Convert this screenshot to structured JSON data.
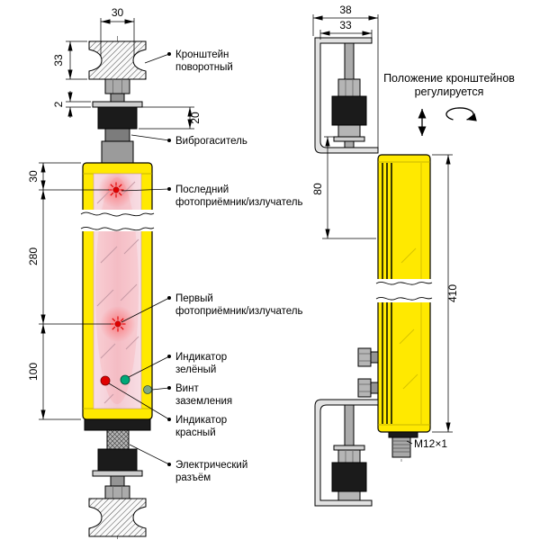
{
  "colors": {
    "body_yellow": "#ffe900",
    "window_pink": "#f3c9d2",
    "beam_red": "#e00000",
    "indicator_green": "#00a878",
    "metal_black": "#1b1b1b"
  },
  "callouts": {
    "bracket": [
      "Кронштейн",
      "поворотный"
    ],
    "damper": [
      "Виброгаситель"
    ],
    "last_receiver": [
      "Последний",
      "фотоприёмник/излучатель"
    ],
    "first_receiver": [
      "Первый",
      "фотоприёмник/излучатель"
    ],
    "indicator_green": [
      "Индикатор",
      "зелёный"
    ],
    "ground_screw": [
      "Винт",
      "заземления"
    ],
    "indicator_red": [
      "Индикатор",
      "красный"
    ],
    "connector": [
      "Электрический",
      "разъём"
    ]
  },
  "dimensions": {
    "front_bracket_width": "30",
    "front_bracket_height": "33",
    "front_plate_thickness": "2",
    "front_damper_height": "20",
    "front_top_offset": "30",
    "front_receiver_span": "280",
    "front_bottom_span": "100",
    "side_bracket_depth": "38",
    "side_bracket_flat": "33",
    "side_mount_offset": "80",
    "side_body_length": "410",
    "connector_thread": "M12×1"
  },
  "note": [
    "Положение кронштейнов",
    "регулируется"
  ]
}
